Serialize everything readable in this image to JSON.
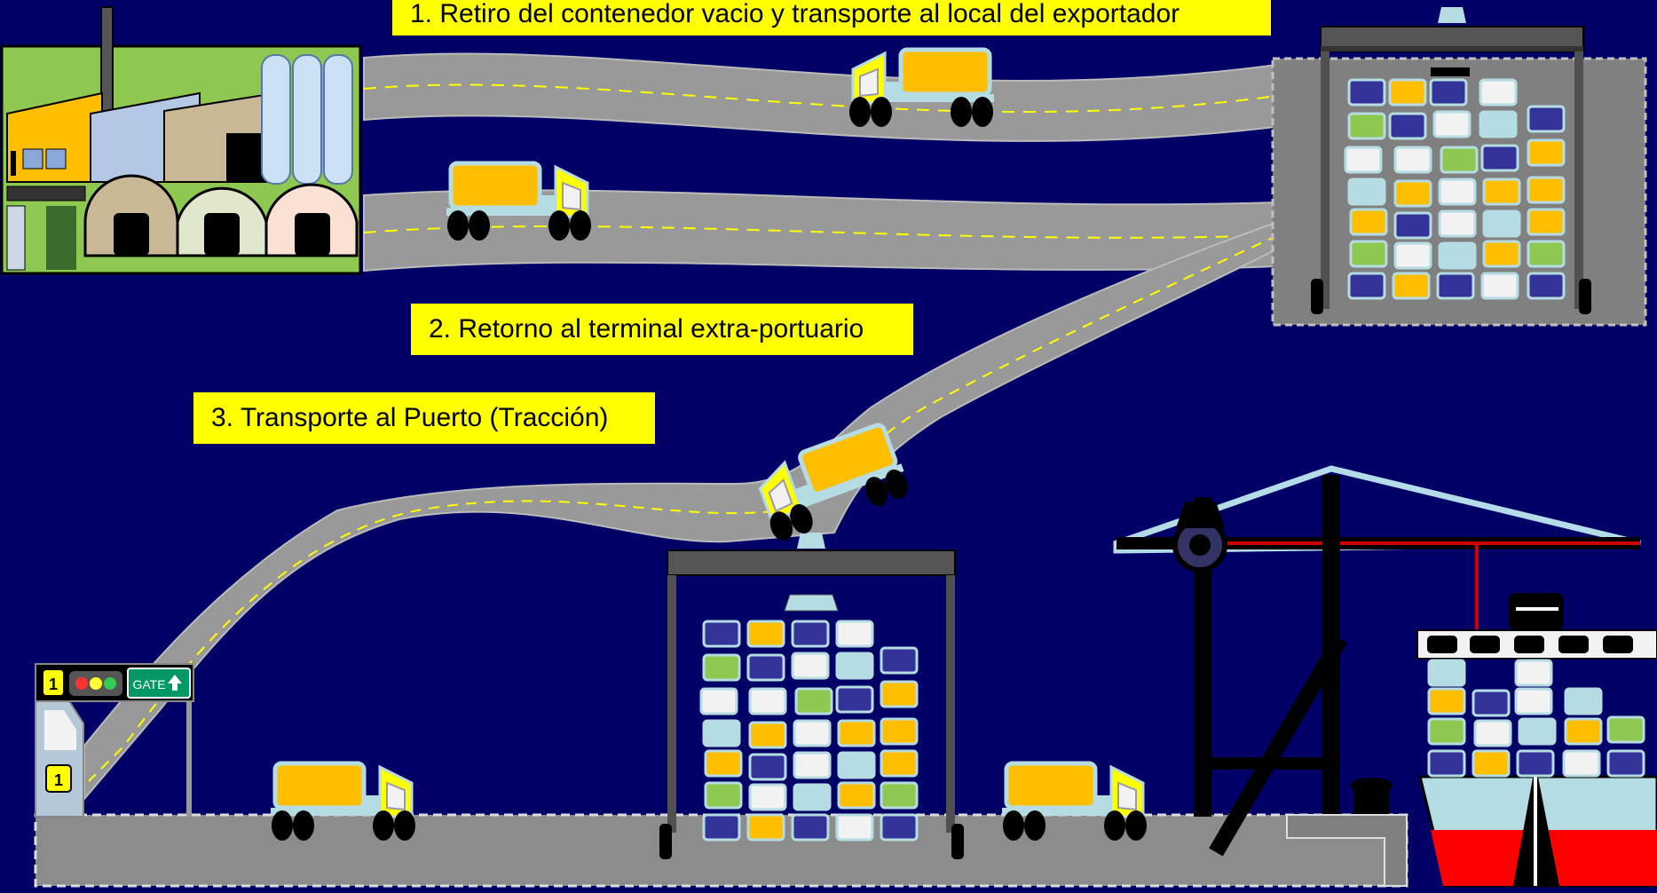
{
  "labels": {
    "step1": "1. Retiro del contenedor vacio y transporte al local del exportador",
    "step2": "2. Retorno al terminal extra-portuario",
    "step3": "3. Transporte al Puerto (Tracción)"
  },
  "gate": {
    "sign_text": "GATE",
    "number": "1"
  },
  "colors": {
    "background": "#000066",
    "label_bg": "#ffff00",
    "road": "#999999",
    "road_dash": "#ffff00",
    "container_orange": "#ffbf00",
    "container_blue": "#333399",
    "container_green": "#8fc850",
    "container_white": "#f2f2f2",
    "container_lightblue": "#b4dce2",
    "truck_cab": "#ffff00",
    "ship_hull_red": "#ff0000",
    "crane_boom": "#b4dce8"
  },
  "icons": [
    "factory-icon",
    "truck-icon",
    "container-yard-icon",
    "gantry-crane-icon",
    "ship-to-shore-crane-icon",
    "container-ship-icon",
    "gate-icon",
    "traffic-light-icon"
  ]
}
